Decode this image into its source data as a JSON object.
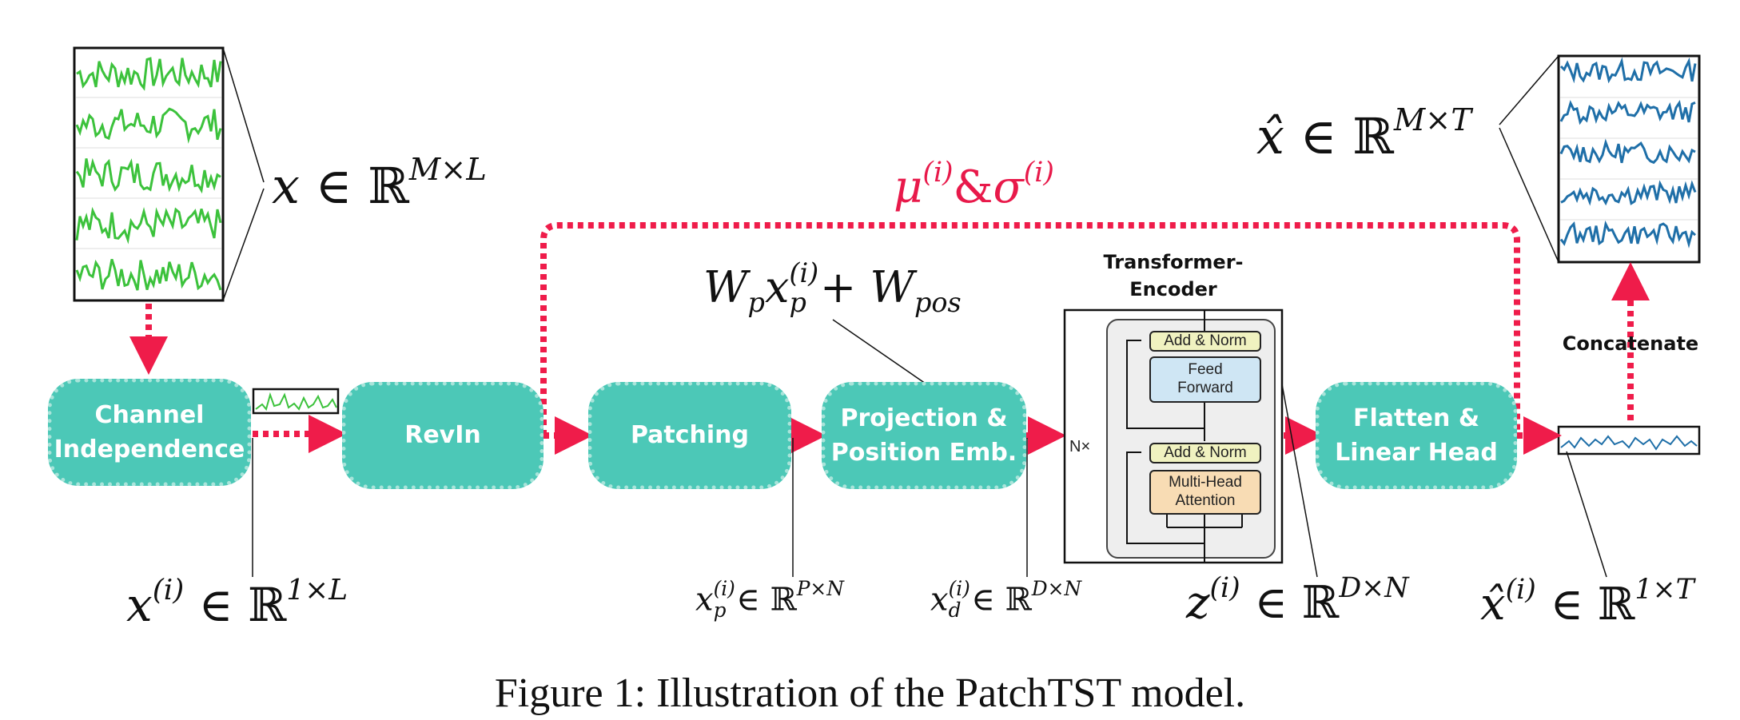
{
  "caption": "Figure 1: Illustration of the PatchTST model.",
  "blocks": {
    "channel_independence": [
      "Channel",
      "Independence"
    ],
    "revin": "RevIn",
    "patching": "Patching",
    "projection": [
      "Projection &",
      "Position Emb."
    ],
    "flatten": [
      "Flatten &",
      "Linear Head"
    ]
  },
  "transformer": {
    "title": [
      "Transformer-",
      "Encoder"
    ],
    "add_norm_top": "Add & Norm",
    "feed_forward": [
      "Feed",
      "Forward"
    ],
    "add_norm_bottom": "Add & Norm",
    "multi_head": [
      "Multi-Head",
      "Attention"
    ],
    "repeat": "N×"
  },
  "concatenate": "Concatenate",
  "math": {
    "x_full": {
      "base": "x",
      "sym": " ∈ ℝ",
      "sup": "M×L"
    },
    "xhat_full": {
      "base": "x̂",
      "sym": " ∈ ℝ",
      "sup": "M×T"
    },
    "mu_sigma": {
      "a": "μ",
      "a_sup": "(i)",
      "amp": "&",
      "b": "σ",
      "b_sup": "(i)"
    },
    "proj": {
      "w": "W",
      "w_sub": "p",
      "x": "x",
      "x_sup": "(i)",
      "x_sub": "p",
      "plus": " + W",
      "pos_sub": "pos"
    },
    "x_i": {
      "base": "x",
      "base_sup": "(i)",
      "sym": " ∈ ℝ",
      "sup": "1×L"
    },
    "xp": {
      "base": "x",
      "base_sup": "(i)",
      "base_sub": "p",
      "sym": " ∈ ℝ",
      "sup": "P×N"
    },
    "xd": {
      "base": "x",
      "base_sup": "(i)",
      "base_sub": "d",
      "sym": " ∈ ℝ",
      "sup": "D×N"
    },
    "z": {
      "base": "z",
      "base_sup": "(i)",
      "sym": " ∈ ℝ",
      "sup": "D×N"
    },
    "xhat_i": {
      "base": "x̂",
      "base_sup": "(i)",
      "sym": " ∈ ℝ",
      "sup": "1×T"
    }
  },
  "colors": {
    "block_fill": "#4cc8b7",
    "block_border": "#a9e4da",
    "arrow_red": "#ef1c4a",
    "mu_red": "#e8194a",
    "input_series": "#3cc23c",
    "output_series": "#1f6fa8",
    "feed_forward_fill": "#cfe6f4",
    "add_norm_fill": "#f0f2c0",
    "attention_fill": "#f8dcb4",
    "encoder_panel": "#eeeeee"
  },
  "icons": [
    "input-series-icon",
    "output-series-icon",
    "small-series-icon",
    "arrow-head-icon"
  ]
}
